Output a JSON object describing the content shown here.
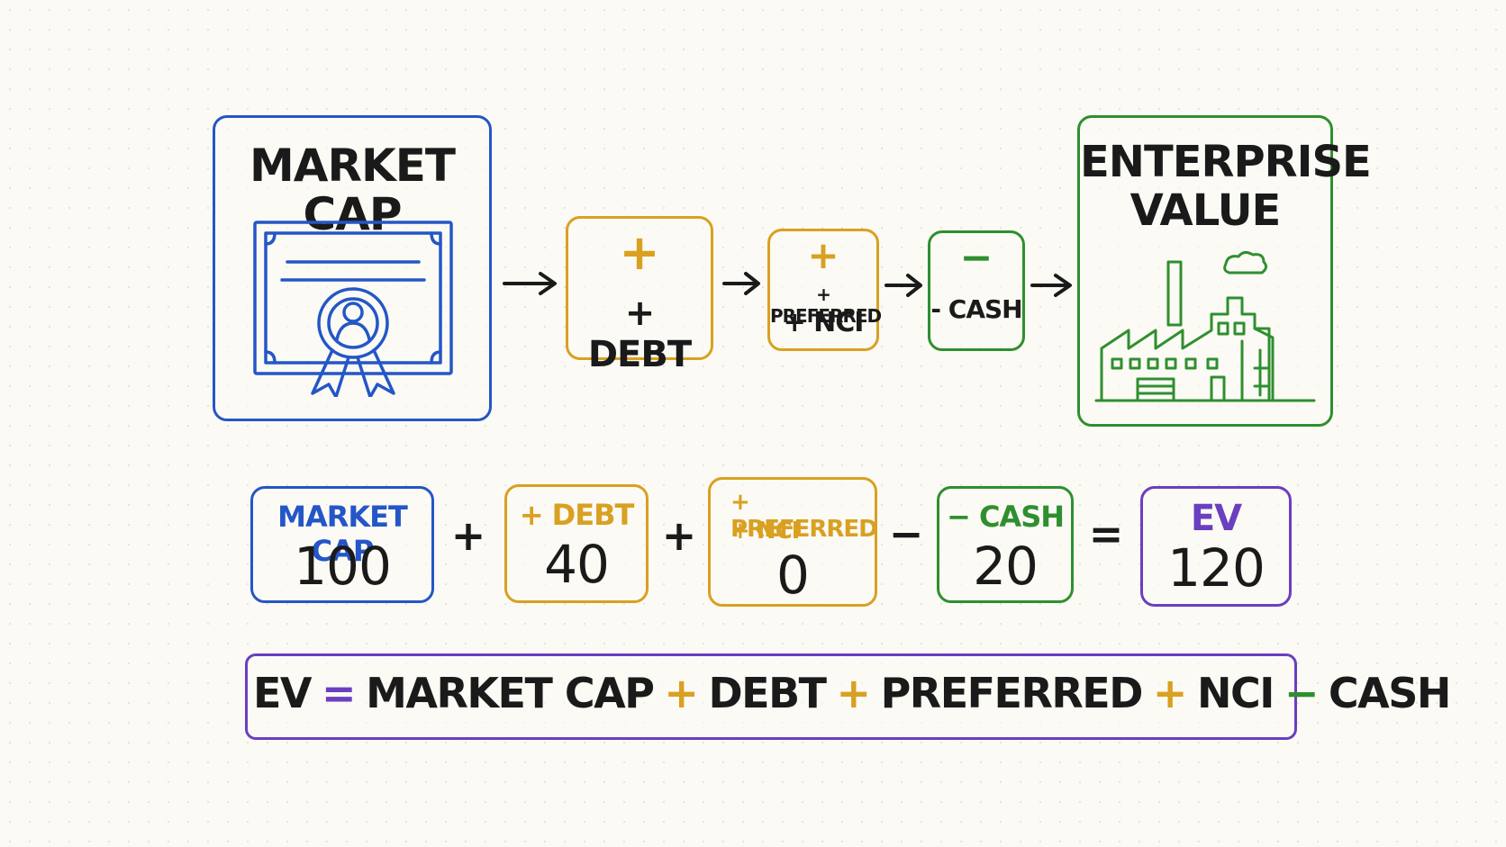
{
  "flow": {
    "market_cap": {
      "title": "MARKET CAP"
    },
    "debt": {
      "op": "+",
      "label": "+ DEBT"
    },
    "preferred_nci": {
      "op": "+",
      "line1": "+ PREFERRED",
      "line2": "+ NCI"
    },
    "cash": {
      "op": "−",
      "label": "- CASH"
    },
    "ev": {
      "title_line1": "ENTERPRISE",
      "title_line2": "VALUE"
    }
  },
  "example": {
    "market_cap": {
      "label": "MARKET CAP",
      "value": "100"
    },
    "plus1": "+",
    "debt": {
      "label": "+ DEBT",
      "value": "40"
    },
    "plus2": "+",
    "preferred_nci": {
      "line1": "+ PREFERRED",
      "line2": "+ NCI",
      "value": "0"
    },
    "minus": "−",
    "cash": {
      "label": "− CASH",
      "value": "20"
    },
    "equals": "=",
    "ev": {
      "label": "EV",
      "value": "120"
    }
  },
  "formula": {
    "ev": "EV",
    "eq": "=",
    "market_cap": "MARKET CAP",
    "plus1": "+",
    "debt": "DEBT",
    "plus2": "+",
    "preferred": "PREFERRED",
    "plus3": "+",
    "nci": "NCI",
    "minus": "−",
    "cash": "CASH"
  },
  "colors": {
    "blue": "#2456c7",
    "gold": "#d9a021",
    "green": "#2f8f2f",
    "purple": "#6a3fc1"
  }
}
